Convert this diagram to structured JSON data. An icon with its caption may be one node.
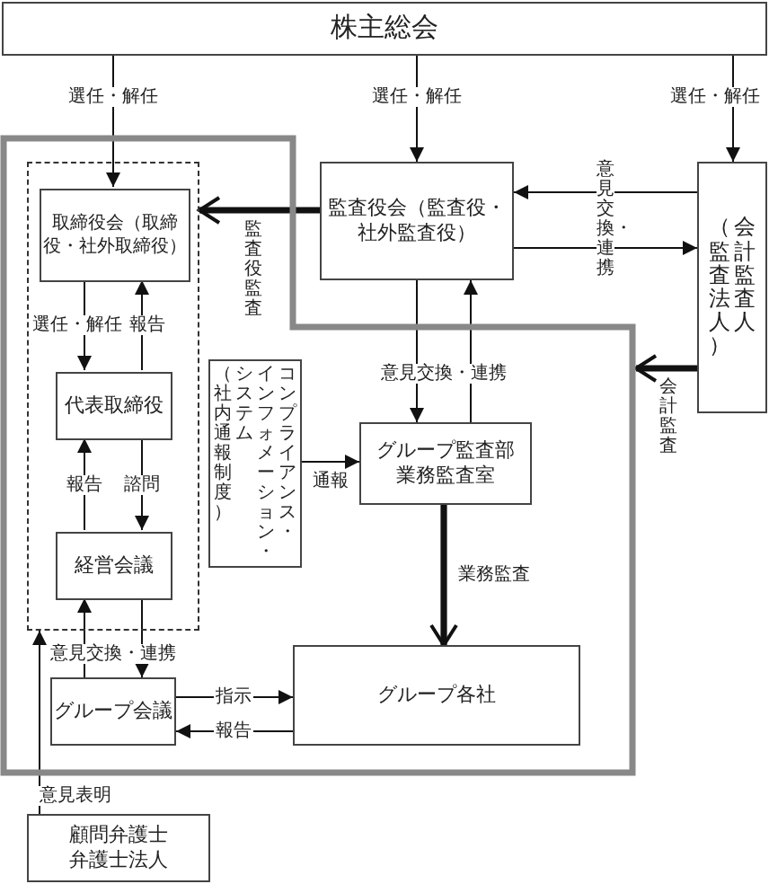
{
  "diagram": {
    "nodes": [
      {
        "text": [
          "株主総会"
        ]
      },
      {
        "text": [],
        "shape": "polygon"
      },
      {
        "text": [],
        "shape": "box",
        "in": 1
      },
      {
        "text": [
          "取締役会（取締役・社外取締役）"
        ],
        "in": 2
      },
      {
        "text": [
          "代表取締役"
        ],
        "in": 2
      },
      {
        "text": [
          "経営会議"
        ],
        "in": 2
      },
      {
        "text": [
          "監査役会（監査役・社外監査役）"
        ]
      },
      {
        "text": [
          "会計監査人（監査法人）"
        ]
      },
      {
        "text": [
          "コンプライアンス・インフォメーション・システム（社内通報制度）"
        ],
        "in": 1
      },
      {
        "text": [
          "グループ監査部業務監査室"
        ],
        "in": 1
      },
      {
        "text": [
          "グループ会議"
        ],
        "in": 1
      },
      {
        "text": [
          "グループ各社"
        ],
        "in": 1
      },
      {
        "text": [
          "顧問弁護士弁護士法人"
        ]
      }
    ],
    "edges": [
      {
        "from": 0,
        "to": 3,
        "arrow": "to",
        "label": "選任・解任"
      },
      {
        "from": 0,
        "to": 6,
        "arrow": "to",
        "label": "選任・解任"
      },
      {
        "from": 0,
        "to": 7,
        "arrow": "to",
        "label": "選任・解任"
      },
      {
        "from": 6,
        "to": 2,
        "arrow": "to",
        "label": "監査役監査",
        "style": "thick"
      },
      {
        "from": 7,
        "to": 6,
        "arrow": "to",
        "label": "意見交換・連携"
      },
      {
        "from": 6,
        "to": 7,
        "arrow": "to"
      },
      {
        "from": 7,
        "to": 1,
        "arrow": "to",
        "label": "会計監査",
        "style": "thick"
      },
      {
        "from": 3,
        "to": 4,
        "arrow": "to",
        "label": "選任・解任"
      },
      {
        "from": 4,
        "to": 3,
        "arrow": "to",
        "label": "報告"
      },
      {
        "from": 5,
        "to": 4,
        "arrow": "to",
        "label": "報告"
      },
      {
        "from": 4,
        "to": 5,
        "arrow": "to",
        "label": "諮問"
      },
      {
        "from": 6,
        "to": 9,
        "arrow": "to",
        "label": "意見交換・連携"
      },
      {
        "from": 9,
        "to": 6,
        "arrow": "to"
      },
      {
        "from": 8,
        "to": 9,
        "arrow": "to",
        "label": "通報"
      },
      {
        "from": 9,
        "to": 11,
        "arrow": "to",
        "label": "業務監査",
        "style": "thick"
      },
      {
        "from": 10,
        "to": 5,
        "arrow": "to",
        "label": "意見交換・連携"
      },
      {
        "from": 5,
        "to": 10,
        "arrow": "to"
      },
      {
        "from": 10,
        "to": 11,
        "arrow": "to",
        "label": "指示"
      },
      {
        "from": 11,
        "to": 10,
        "arrow": "to",
        "label": "報告"
      },
      {
        "from": 12,
        "to": 2,
        "arrow": "to",
        "label": "意見表明"
      }
    ]
  }
}
